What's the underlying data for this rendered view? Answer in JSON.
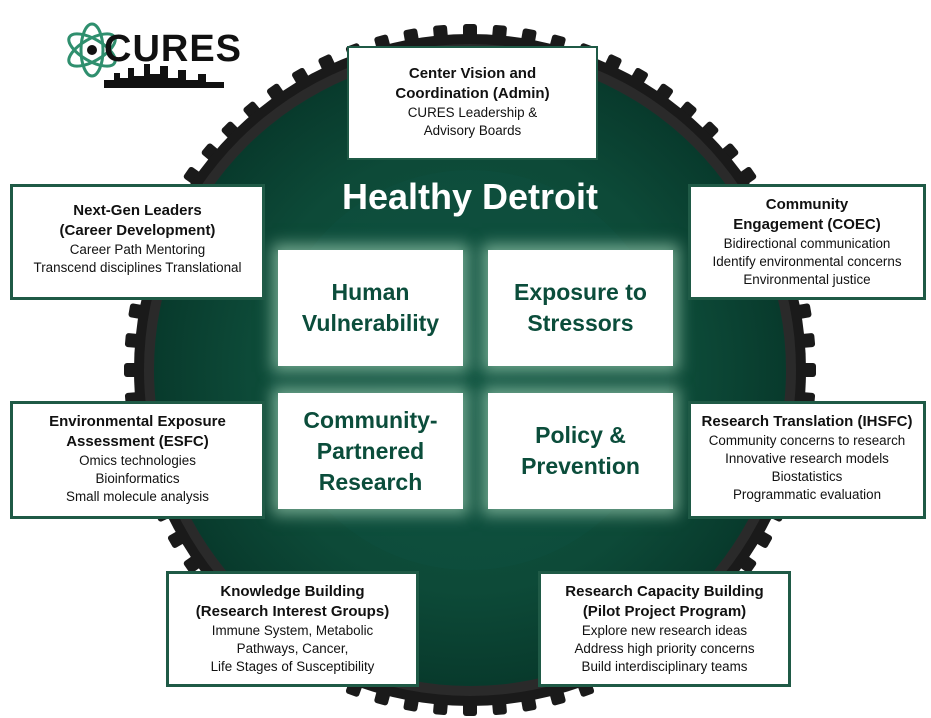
{
  "colors": {
    "ring_dark": "#1a1a1a",
    "ring_green": "#0c4a3a",
    "accent": "#0b4d3b",
    "box_border": "#1f5a46"
  },
  "logo": {
    "text": "CURES"
  },
  "center": {
    "title": "Healthy Detroit"
  },
  "core": [
    {
      "l1": "Human",
      "l2": "Vulnerability",
      "l3": ""
    },
    {
      "l1": "Exposure to",
      "l2": "Stressors",
      "l3": ""
    },
    {
      "l1": "Community-",
      "l2": "Partnered",
      "l3": "Research"
    },
    {
      "l1": "Policy &",
      "l2": "Prevention",
      "l3": ""
    }
  ],
  "boxes": {
    "admin": {
      "h1": "Center Vision and",
      "h2": "Coordination (Admin)",
      "items": [
        "CURES Leadership &",
        "Advisory Boards"
      ]
    },
    "career": {
      "h1": "Next-Gen Leaders",
      "h2": "(Career Development)",
      "items": [
        "Career Path Mentoring",
        "Transcend disciplines Translational"
      ]
    },
    "coec": {
      "h1": "Community",
      "h2": "Engagement (COEC)",
      "items": [
        "Bidirectional communication",
        "Identify environmental concerns",
        "Environmental justice"
      ]
    },
    "esfc": {
      "h1": "Environmental Exposure",
      "h2": "Assessment (ESFC)",
      "items": [
        "Omics technologies",
        "Bioinformatics",
        "Small molecule analysis"
      ]
    },
    "ihsfc": {
      "h1": "Research Translation (IHSFC)",
      "h2": "",
      "items": [
        "Community concerns to research",
        "Innovative research models",
        "Biostatistics",
        "Programmatic evaluation"
      ]
    },
    "knowledge": {
      "h1": "Knowledge Building",
      "h2": "(Research Interest Groups)",
      "items": [
        "Immune System, Metabolic",
        "Pathways, Cancer,",
        "Life Stages of Susceptibility"
      ]
    },
    "capacity": {
      "h1": "Research Capacity Building",
      "h2": "(Pilot Project Program)",
      "items": [
        "Explore new research ideas",
        "Address high priority concerns",
        "Build interdisciplinary teams"
      ]
    }
  }
}
